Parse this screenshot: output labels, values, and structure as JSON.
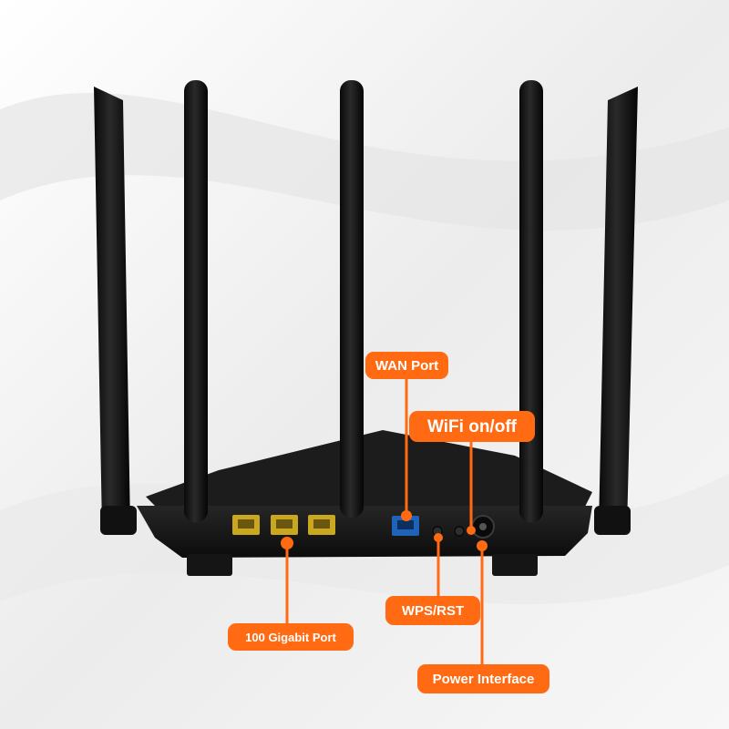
{
  "labels": {
    "wan_port": "WAN Port",
    "wifi_toggle": "WiFi on/off",
    "wps_rst": "WPS/RST",
    "gigabit_port": "100 Gigabit Port",
    "power_interface": "Power Interface"
  },
  "colors": {
    "background": "#f2f2f2",
    "router_body": "#141414",
    "accent": "#ff6a13",
    "lan_port": "#c9a820",
    "wan_port": "#1e63b8",
    "label_text": "#ffffff"
  },
  "icons": [
    "antenna-icon",
    "lan-port-icon",
    "wan-port-icon",
    "button-icon",
    "power-jack-icon"
  ]
}
